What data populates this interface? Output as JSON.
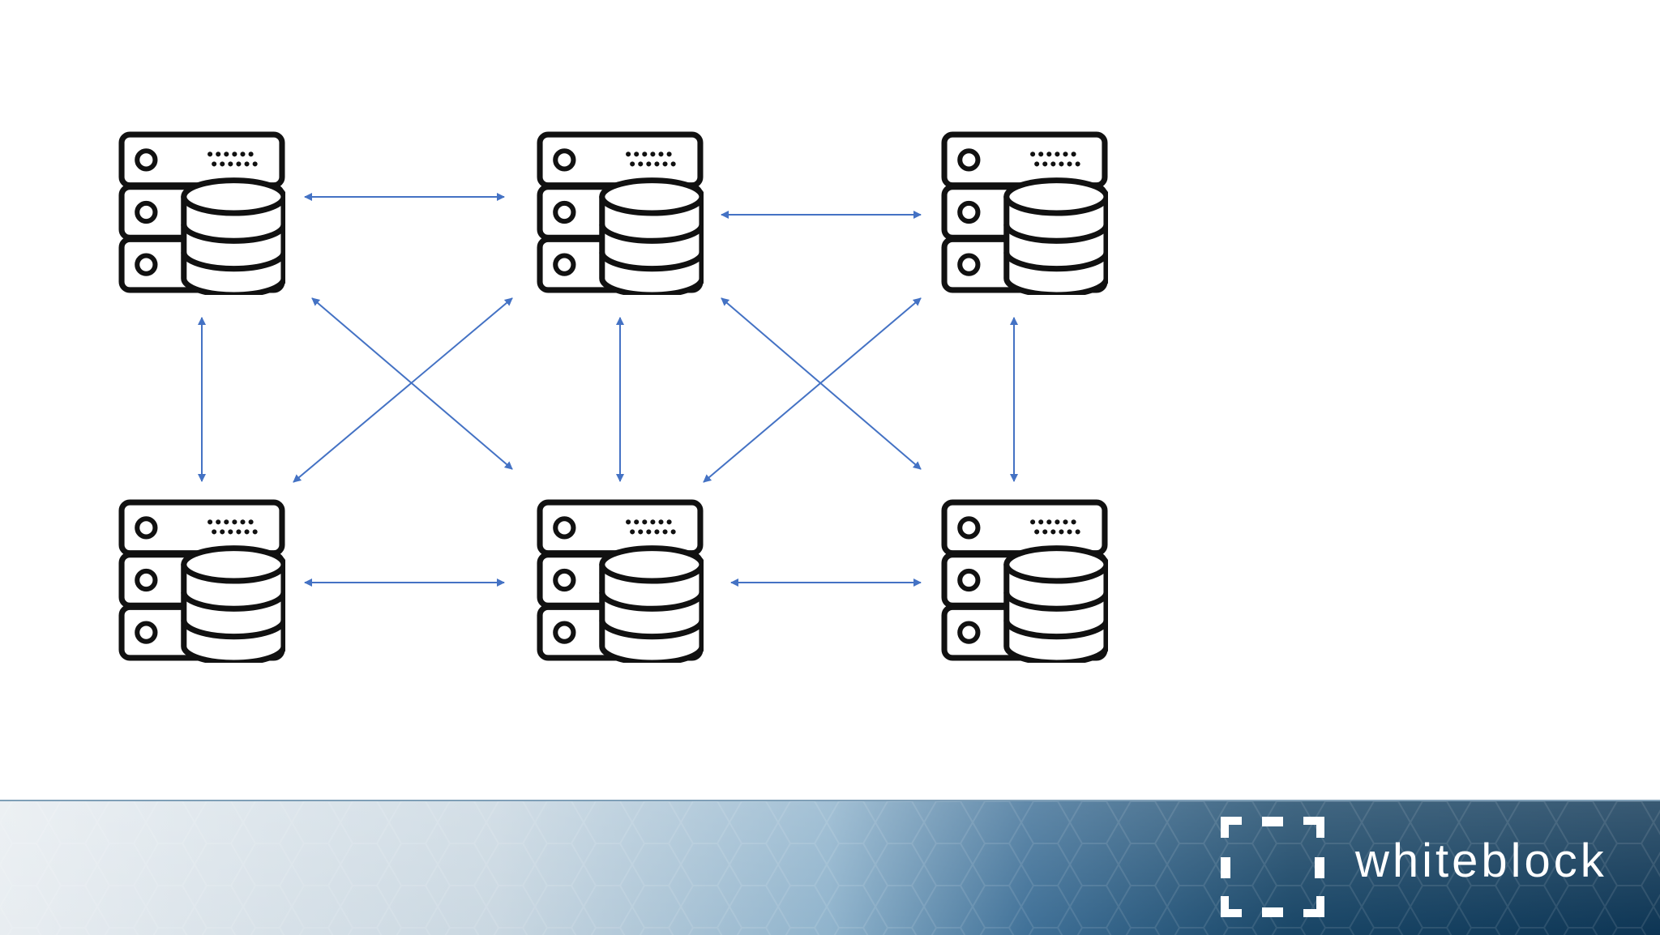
{
  "brand": {
    "name": "whiteblock"
  },
  "colors": {
    "edge": "#4472c4",
    "icon": "#111111",
    "footer_light": "#e6ecf1",
    "footer_mid": "#8fb3cc",
    "footer_dark": "#0d3554"
  },
  "icons": {
    "node": "database-server-icon",
    "logo": "whiteblock-logo-icon"
  },
  "diagram": {
    "type": "mesh-network",
    "nodes": [
      {
        "id": "node-1",
        "row": 1,
        "column": 1
      },
      {
        "id": "node-2",
        "row": 1,
        "column": 2
      },
      {
        "id": "node-3",
        "row": 1,
        "column": 3
      },
      {
        "id": "node-4",
        "row": 2,
        "column": 1
      },
      {
        "id": "node-5",
        "row": 2,
        "column": 2
      },
      {
        "id": "node-6",
        "row": 2,
        "column": 3
      }
    ],
    "edges": [
      {
        "from": "node-1",
        "to": "node-2",
        "bidirectional": true
      },
      {
        "from": "node-2",
        "to": "node-3",
        "bidirectional": true
      },
      {
        "from": "node-4",
        "to": "node-5",
        "bidirectional": true
      },
      {
        "from": "node-5",
        "to": "node-6",
        "bidirectional": true
      },
      {
        "from": "node-1",
        "to": "node-4",
        "bidirectional": true
      },
      {
        "from": "node-2",
        "to": "node-5",
        "bidirectional": true
      },
      {
        "from": "node-3",
        "to": "node-6",
        "bidirectional": true
      },
      {
        "from": "node-1",
        "to": "node-5",
        "bidirectional": true
      },
      {
        "from": "node-2",
        "to": "node-4",
        "bidirectional": true
      },
      {
        "from": "node-2",
        "to": "node-6",
        "bidirectional": true
      },
      {
        "from": "node-3",
        "to": "node-5",
        "bidirectional": true
      }
    ]
  }
}
